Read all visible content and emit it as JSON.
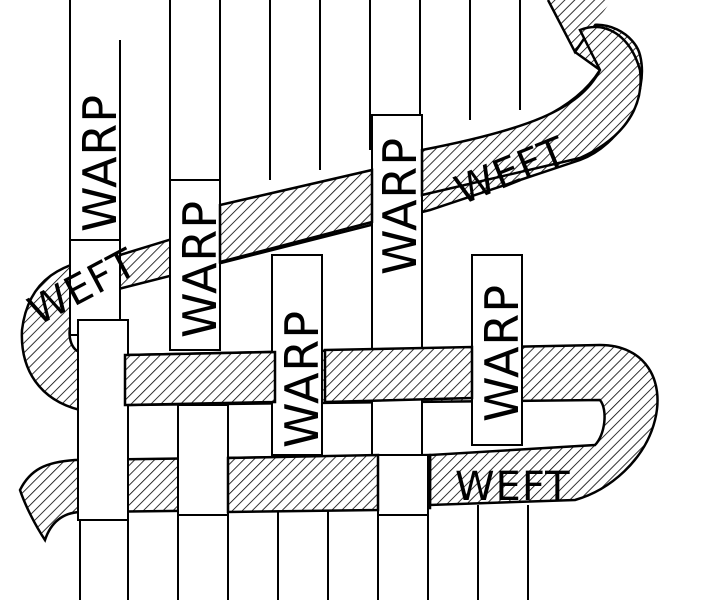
{
  "labels": {
    "warp": "WARP",
    "weft": "WEFT"
  },
  "colors": {
    "ink": "#000000",
    "paper": "#ffffff"
  },
  "pattern": "diagonal-hatch"
}
